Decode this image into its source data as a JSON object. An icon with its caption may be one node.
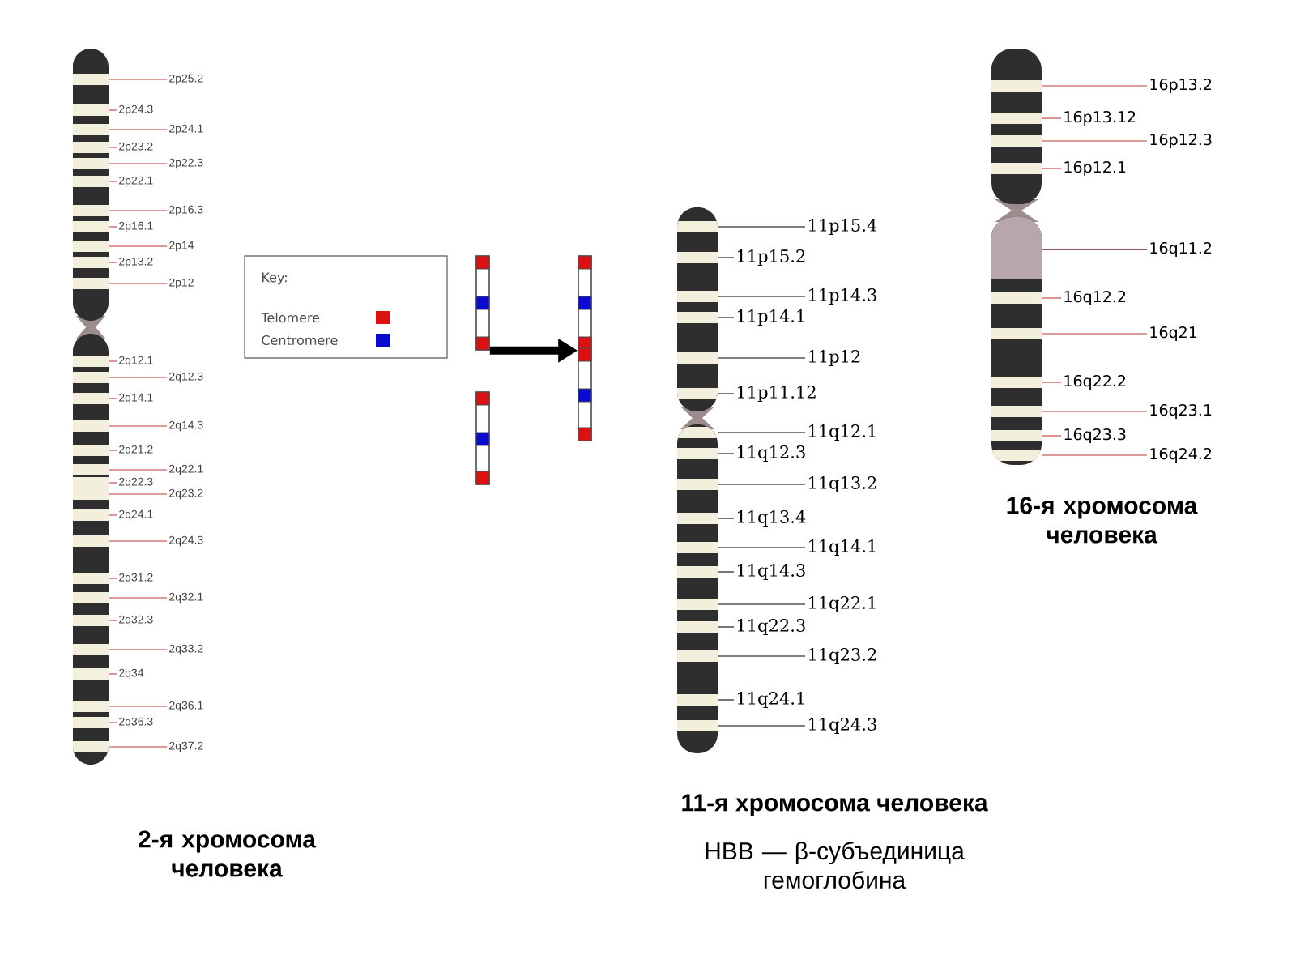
{
  "diagram": {
    "nodes": [
      {
        "text": [],
        "shape": "picture",
        "beside": [
          "2-я хромосома человека"
        ]
      },
      {
        "text": [
          "2p25.2"
        ]
      },
      {
        "text": [
          "2p24.3"
        ]
      },
      {
        "text": [
          "2p24.1"
        ]
      },
      {
        "text": [
          "2p23.2"
        ]
      },
      {
        "text": [
          "2p22.3"
        ]
      },
      {
        "text": [
          "2p22.1"
        ]
      },
      {
        "text": [
          "2p16.3"
        ]
      },
      {
        "text": [
          "2p16.1"
        ]
      },
      {
        "text": [
          "2p14"
        ]
      },
      {
        "text": [
          "2p13.2"
        ]
      },
      {
        "text": [
          "2p12"
        ]
      },
      {
        "text": [
          "2q12.1"
        ]
      },
      {
        "text": [
          "2q12.3"
        ]
      },
      {
        "text": [
          "2q14.1"
        ]
      },
      {
        "text": [
          "2q14.3"
        ]
      },
      {
        "text": [
          "2q21.2"
        ]
      },
      {
        "text": [
          "2q22.1"
        ]
      },
      {
        "text": [
          "2q22.3"
        ]
      },
      {
        "text": [
          "2q23.2"
        ]
      },
      {
        "text": [
          "2q24.1"
        ]
      },
      {
        "text": [
          "2q24.3"
        ]
      },
      {
        "text": [
          "2q31.2"
        ]
      },
      {
        "text": [
          "2q32.1"
        ]
      },
      {
        "text": [
          "2q32.3"
        ]
      },
      {
        "text": [
          "2q33.2"
        ]
      },
      {
        "text": [
          "2q34"
        ]
      },
      {
        "text": [
          "2q36.1"
        ]
      },
      {
        "text": [
          "2q36.3"
        ]
      },
      {
        "text": [
          "2q37.2"
        ]
      },
      {
        "text": [],
        "shape": "bar"
      },
      {
        "text": [],
        "shape": "bar"
      },
      {
        "text": [],
        "shape": "bar"
      },
      {
        "text": [],
        "shape": "picture",
        "beside": [
          "11-я хромосома человека",
          "HBB — β-субъединица гемоглобина"
        ]
      },
      {
        "text": [
          "11p15.4"
        ]
      },
      {
        "text": [
          "11p15.2"
        ]
      },
      {
        "text": [
          "11p14.3"
        ]
      },
      {
        "text": [
          "11p14.1"
        ]
      },
      {
        "text": [
          "11p12"
        ]
      },
      {
        "text": [
          "11p11.12"
        ]
      },
      {
        "text": [
          "11q12.1"
        ]
      },
      {
        "text": [
          "11q12.3"
        ]
      },
      {
        "text": [
          "11q13.2"
        ]
      },
      {
        "text": [
          "11q13.4"
        ]
      },
      {
        "text": [
          "11q14.1"
        ]
      },
      {
        "text": [
          "11q14.3"
        ]
      },
      {
        "text": [
          "11q22.1"
        ]
      },
      {
        "text": [
          "11q22.3"
        ]
      },
      {
        "text": [
          "11q23.2"
        ]
      },
      {
        "text": [
          "11q24.1"
        ]
      },
      {
        "text": [
          "11q24.3"
        ]
      },
      {
        "text": [],
        "shape": "picture",
        "beside": [
          "16-я хромосома человека"
        ]
      },
      {
        "text": [
          "16p13.2"
        ]
      },
      {
        "text": [
          "16p13.12"
        ]
      },
      {
        "text": [
          "16p12.3"
        ]
      },
      {
        "text": [
          "16p12.1"
        ]
      },
      {
        "text": [
          "16q11.2"
        ]
      },
      {
        "text": [
          "16q12.2"
        ]
      },
      {
        "text": [
          "16q21"
        ]
      },
      {
        "text": [
          "16q22.2"
        ]
      },
      {
        "text": [
          "16q23.1"
        ]
      },
      {
        "text": [
          "16q23.3"
        ]
      },
      {
        "text": [
          "16q24.2"
        ]
      }
    ],
    "edges": [
      {
        "from": 1,
        "to": 0,
        "arrow": "none"
      },
      {
        "from": 2,
        "to": 0,
        "arrow": "none"
      },
      {
        "from": 3,
        "to": 0,
        "arrow": "none"
      },
      {
        "from": 4,
        "to": 0,
        "arrow": "none"
      },
      {
        "from": 5,
        "to": 0,
        "arrow": "none"
      },
      {
        "from": 6,
        "to": 0,
        "arrow": "none"
      },
      {
        "from": 7,
        "to": 0,
        "arrow": "none"
      },
      {
        "from": 8,
        "to": 0,
        "arrow": "none"
      },
      {
        "from": 9,
        "to": 0,
        "arrow": "none"
      },
      {
        "from": 10,
        "to": 0,
        "arrow": "none"
      },
      {
        "from": 11,
        "to": 0,
        "arrow": "none"
      },
      {
        "from": 12,
        "to": 0,
        "arrow": "none"
      },
      {
        "from": 13,
        "to": 0,
        "arrow": "none"
      },
      {
        "from": 14,
        "to": 0,
        "arrow": "none"
      },
      {
        "from": 15,
        "to": 0,
        "arrow": "none"
      },
      {
        "from": 16,
        "to": 0,
        "arrow": "none"
      },
      {
        "from": 17,
        "to": 0,
        "arrow": "none"
      },
      {
        "from": 18,
        "to": 0,
        "arrow": "none"
      },
      {
        "from": 19,
        "to": 0,
        "arrow": "none"
      },
      {
        "from": 20,
        "to": 0,
        "arrow": "none"
      },
      {
        "from": 21,
        "to": 0,
        "arrow": "none"
      },
      {
        "from": 22,
        "to": 0,
        "arrow": "none"
      },
      {
        "from": 23,
        "to": 0,
        "arrow": "none"
      },
      {
        "from": 24,
        "to": 0,
        "arrow": "none"
      },
      {
        "from": 25,
        "to": 0,
        "arrow": "none"
      },
      {
        "from": 26,
        "to": 0,
        "arrow": "none"
      },
      {
        "from": 27,
        "to": 0,
        "arrow": "none"
      },
      {
        "from": 28,
        "to": 0,
        "arrow": "none"
      },
      {
        "from": 29,
        "to": 0,
        "arrow": "none"
      },
      {
        "from": 30,
        "to": 32,
        "arrow": "to",
        "style": "thick",
        "color": "#000000"
      },
      {
        "from": 34,
        "to": 33,
        "arrow": "none",
        "color": "#555555"
      },
      {
        "from": 35,
        "to": 33,
        "arrow": "none",
        "color": "#555555"
      },
      {
        "from": 36,
        "to": 33,
        "arrow": "none",
        "color": "#555555"
      },
      {
        "from": 37,
        "to": 33,
        "arrow": "none",
        "color": "#555555"
      },
      {
        "from": 38,
        "to": 33,
        "arrow": "none",
        "color": "#555555"
      },
      {
        "from": 39,
        "to": 33,
        "arrow": "none",
        "color": "#555555"
      },
      {
        "from": 40,
        "to": 33,
        "arrow": "none",
        "color": "#555555"
      },
      {
        "from": 41,
        "to": 33,
        "arrow": "none",
        "color": "#555555"
      },
      {
        "from": 42,
        "to": 33,
        "arrow": "none",
        "color": "#555555"
      },
      {
        "from": 43,
        "to": 33,
        "arrow": "none",
        "color": "#555555"
      },
      {
        "from": 44,
        "to": 33,
        "arrow": "none",
        "color": "#555555"
      },
      {
        "from": 45,
        "to": 33,
        "arrow": "none",
        "color": "#555555"
      },
      {
        "from": 46,
        "to": 33,
        "arrow": "none",
        "color": "#555555"
      },
      {
        "from": 47,
        "to": 33,
        "arrow": "none",
        "color": "#555555"
      },
      {
        "from": 48,
        "to": 33,
        "arrow": "none",
        "color": "#555555"
      },
      {
        "from": 49,
        "to": 33,
        "arrow": "none",
        "color": "#555555"
      },
      {
        "from": 50,
        "to": 33,
        "arrow": "none",
        "color": "#555555"
      },
      {
        "from": 52,
        "to": 51,
        "arrow": "none"
      },
      {
        "from": 53,
        "to": 51,
        "arrow": "none"
      },
      {
        "from": 54,
        "to": 51,
        "arrow": "none"
      },
      {
        "from": 55,
        "to": 51,
        "arrow": "none"
      },
      {
        "from": 56,
        "to": 51,
        "arrow": "none",
        "color": "#6b1f2e"
      },
      {
        "from": 57,
        "to": 51,
        "arrow": "none"
      },
      {
        "from": 58,
        "to": 51,
        "arrow": "none"
      },
      {
        "from": 59,
        "to": 51,
        "arrow": "none"
      },
      {
        "from": 60,
        "to": 51,
        "arrow": "none"
      },
      {
        "from": 61,
        "to": 51,
        "arrow": "none"
      },
      {
        "from": 62,
        "to": 51,
        "arrow": "none"
      }
    ],
    "labels": [
      "Key:"
    ],
    "legend": [
      {
        "text": "Telomere",
        "color": "#dd1111"
      },
      {
        "text": "Centromere",
        "color": "#0a0ad0"
      }
    ]
  }
}
